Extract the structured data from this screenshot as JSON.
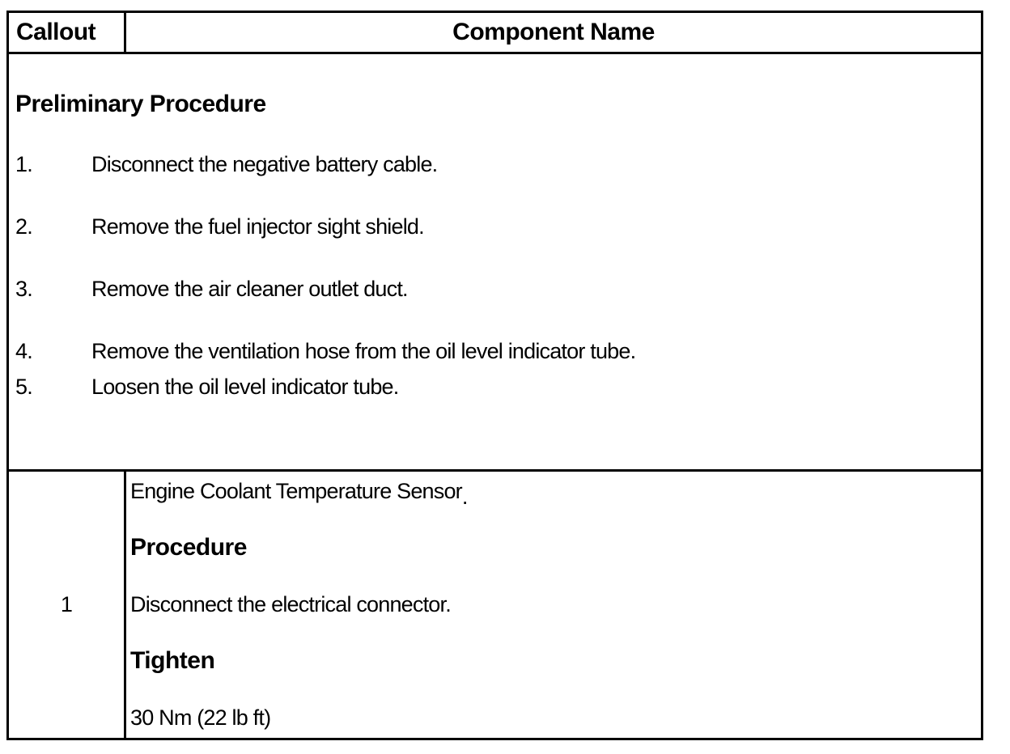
{
  "header": {
    "callout": "Callout",
    "component_name": "Component Name"
  },
  "preliminary": {
    "title": "Preliminary Procedure",
    "steps": [
      {
        "num": "1.",
        "text": "Disconnect the negative battery cable."
      },
      {
        "num": "2.",
        "text": "Remove the fuel injector sight shield."
      },
      {
        "num": "3.",
        "text": "Remove the air cleaner outlet duct."
      },
      {
        "num": "4.",
        "text": "Remove the ventilation hose from the oil level indicator tube."
      },
      {
        "num": "5.",
        "text": "Loosen the oil level indicator tube."
      }
    ]
  },
  "component_row": {
    "callout": "1",
    "name": "Engine Coolant Temperature Sensor",
    "name_mark": ".",
    "procedure_label": "Procedure",
    "procedure_text": "Disconnect the electrical connector.",
    "tighten_label": "Tighten",
    "tighten_value": "30 Nm (22 lb ft)"
  },
  "colors": {
    "border": "#000000",
    "text": "#000000",
    "background": "#ffffff"
  }
}
